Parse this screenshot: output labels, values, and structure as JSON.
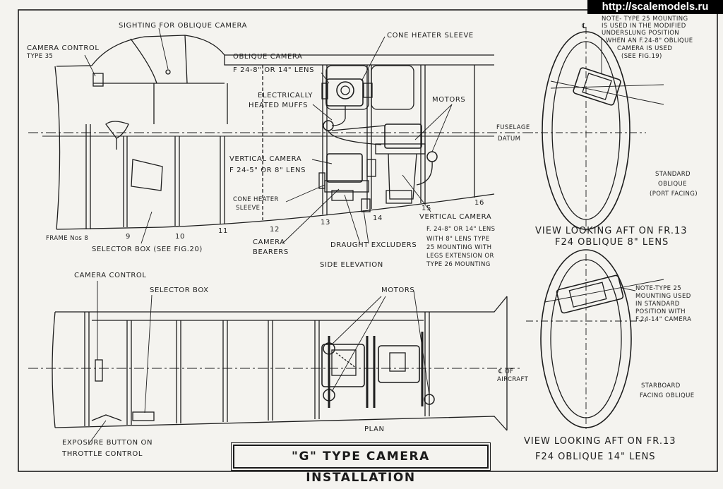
{
  "watermark": "http://scalemodels.ru",
  "title": "\"G\" TYPE CAMERA INSTALLATION",
  "side": {
    "sighting": "SIGHTING FOR OBLIQUE CAMERA",
    "camera_control_1": "CAMERA CONTROL",
    "camera_control_2": "TYPE 35",
    "cone_heater_sleeve": "CONE HEATER SLEEVE",
    "oblique_camera_1": "OBLIQUE CAMERA",
    "oblique_camera_2": "F 24-8\" OR 14\" LENS",
    "heated_muffs_1": "ELECTRICALLY",
    "heated_muffs_2": "HEATED MUFFS",
    "motors": "MOTORS",
    "fuselage": "FUSELAGE",
    "datum": "DATUM",
    "vertical_camera_1": "VERTICAL CAMERA",
    "vertical_camera_2": "F 24-5\" OR 8\" LENS",
    "cone_heater_1": "CONE HEATER",
    "cone_heater_2": "SLEEVE",
    "frame": "FRAME Nos 8",
    "f9": "9",
    "f10": "10",
    "f11": "11",
    "f12": "12",
    "f13": "13",
    "f14": "14",
    "f15": "15",
    "f16": "16",
    "selector_box": "SELECTOR BOX (SEE FIG.20)",
    "camera_bearers_1": "CAMERA",
    "camera_bearers_2": "BEARERS",
    "draught": "DRAUGHT EXCLUDERS",
    "side_elev": "SIDE ELEVATION",
    "vert_cam_b_1": "VERTICAL CAMERA",
    "vert_cam_b_2": "F. 24-8\" OR 14\" LENS",
    "vert_cam_b_3": "WITH 8\" LENS TYPE",
    "vert_cam_b_4": "25 MOUNTING WITH",
    "vert_cam_b_5": "LEGS EXTENSION OR",
    "vert_cam_b_6": "TYPE 26 MOUNTING"
  },
  "plan": {
    "camera_control": "CAMERA CONTROL",
    "selector_box": "SELECTOR BOX",
    "motors": "MOTORS",
    "cl_of": "℄ OF",
    "aircraft": "AIRCRAFT",
    "plan_lbl": "PLAN",
    "exposure_1": "EXPOSURE BUTTON ON",
    "exposure_2": "THROTTLE CONTROL"
  },
  "view1": {
    "cl": "℄",
    "note_1": "NOTE- TYPE 25 MOUNTING",
    "note_2": "IS USED IN THE MODIFIED",
    "note_3": "UNDERSLUNG POSITION",
    "note_4": "WHEN AN F.24-8\" OBLIQUE",
    "note_5": "CAMERA IS USED",
    "note_6": "(SEE FIG.19)",
    "std_1": "STANDARD",
    "std_2": "OBLIQUE",
    "std_3": "(PORT FACING)",
    "caption_1": "VIEW LOOKING AFT ON FR.13",
    "caption_2": "F24 OBLIQUE 8\" LENS"
  },
  "view2": {
    "note_1": "NOTE-TYPE 25",
    "note_2": "MOUNTING USED",
    "note_3": "IN STANDARD",
    "note_4": "POSITION WITH",
    "note_5": "F.24-14\" CAMERA",
    "stbd_1": "STARBOARD",
    "stbd_2": "FACING OBLIQUE",
    "caption_1": "VIEW LOOKING AFT ON FR.13",
    "caption_2": "F24 OBLIQUE 14\" LENS"
  }
}
